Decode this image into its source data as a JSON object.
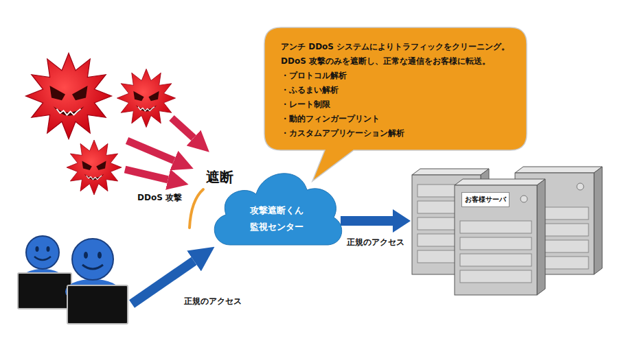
{
  "diagram": {
    "nodes": [
      {
        "text": [
          "アンチ DDoS システムによりトラフィックをクリーニング。",
          "DDoS 攻撃のみを遮断し、正常な通信をお客様に転送。",
          "・プロトコル解析",
          "・ふるまい解析",
          "・レート制限",
          "・動的フィンガープリント",
          "・カスタムアプリケーション解析"
        ]
      },
      {
        "text": [
          "攻撃遮断くん 監視センター"
        ]
      },
      {
        "text": [
          "お客様サーバ"
        ]
      }
    ],
    "edges": [
      {
        "from": 1,
        "to": 2,
        "arrow": "to",
        "label": "正規のアクセス"
      }
    ],
    "labels": [
      "遮断",
      "DDoS 攻撃",
      "正規のアクセス"
    ]
  }
}
